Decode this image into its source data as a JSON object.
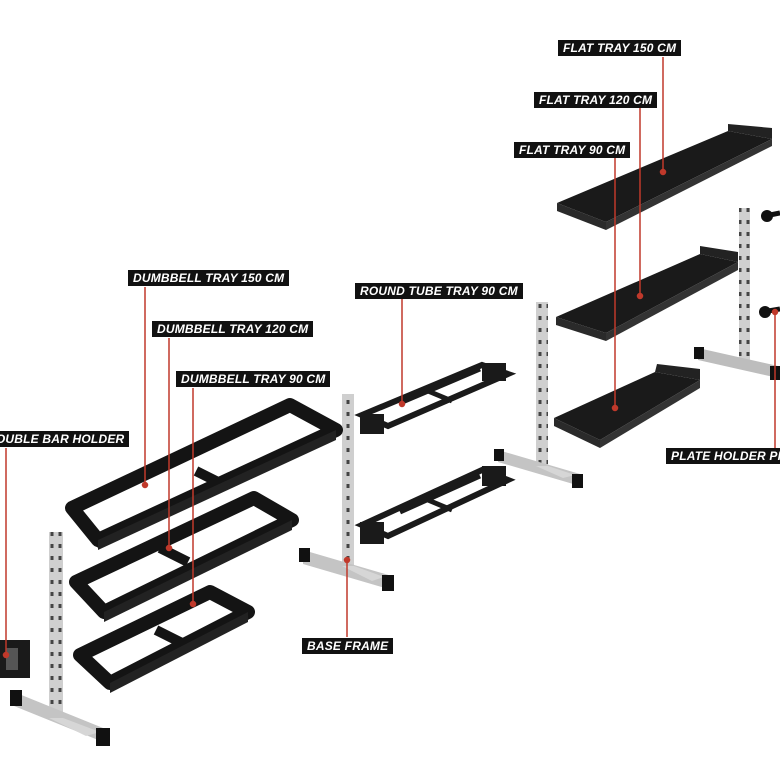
{
  "labels": {
    "flat_tray_150": "FLAT TRAY 150 CM",
    "flat_tray_120": "FLAT TRAY 120 CM",
    "flat_tray_90": "FLAT TRAY 90 CM",
    "dumbbell_tray_150": "DUMBBELL TRAY 150 CM",
    "dumbbell_tray_120": "DUMBBELL TRAY 120 CM",
    "dumbbell_tray_90": "DUMBBELL TRAY 90 CM",
    "round_tube_tray_90": "ROUND TUBE TRAY 90 CM",
    "double_bar_holder": "DOUBLE BAR HOLDER",
    "base_frame": "BASE FRAME",
    "plate_holder_pin": "PLATE HOLDER PIN"
  },
  "colors": {
    "leader": "#c0392b",
    "tray": "#141414",
    "frame": "#c9c9c9",
    "label_bg": "#111111"
  }
}
